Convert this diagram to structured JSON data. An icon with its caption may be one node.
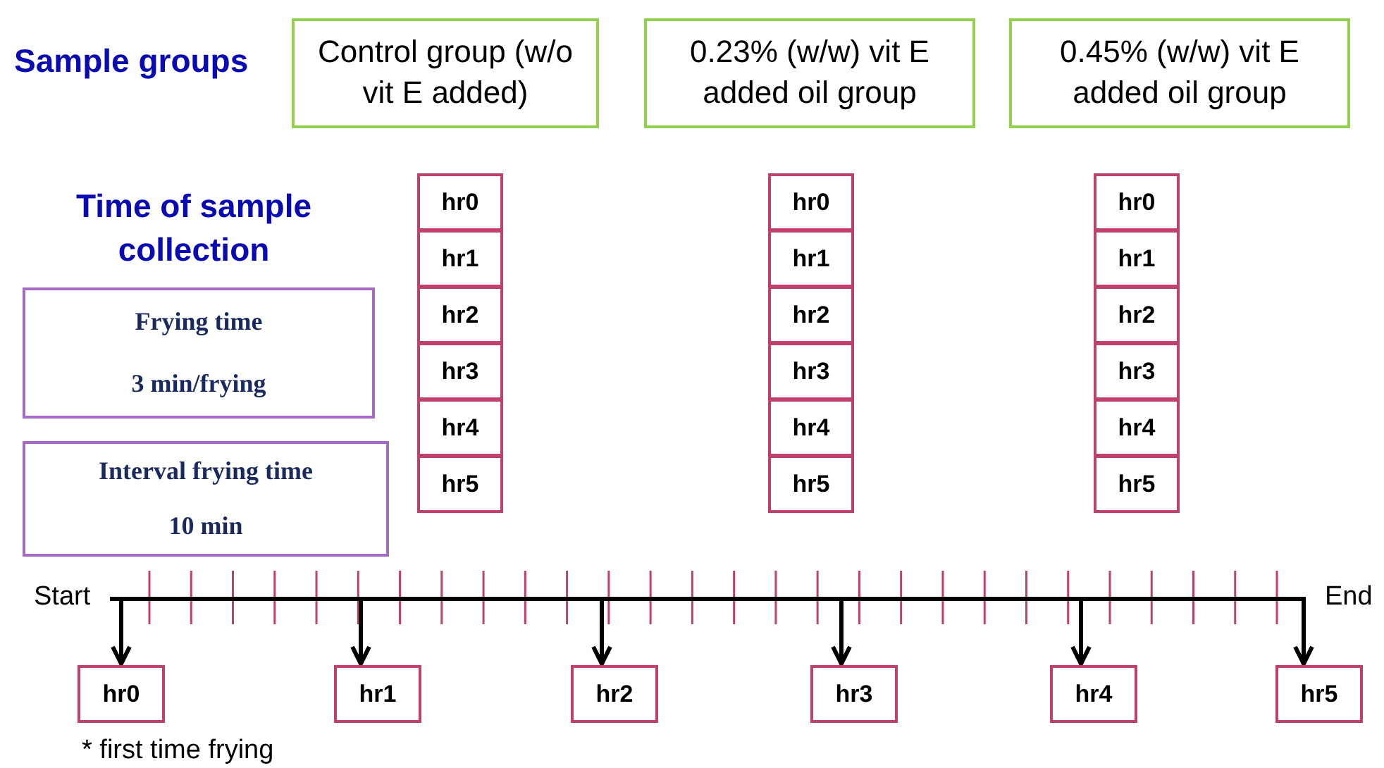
{
  "diagram": {
    "nodes": [
      {
        "text": [
          "Control group (w/o vit E added)"
        ]
      },
      {
        "text": [
          "0.23% (w/w) vit E added oil group"
        ]
      },
      {
        "text": [
          "0.45% (w/w) vit E added oil group"
        ]
      },
      {
        "text": [
          "Frying time",
          "3 min/frying"
        ]
      },
      {
        "text": [
          "Interval frying time",
          "10 min"
        ]
      },
      {
        "text": [
          "hr0"
        ]
      },
      {
        "text": [
          "hr1"
        ]
      },
      {
        "text": [
          "hr2"
        ]
      },
      {
        "text": [
          "hr3"
        ]
      },
      {
        "text": [
          "hr4"
        ]
      },
      {
        "text": [
          "hr5"
        ]
      },
      {
        "text": [
          "hr0"
        ]
      },
      {
        "text": [
          "hr1"
        ]
      },
      {
        "text": [
          "hr2"
        ]
      },
      {
        "text": [
          "hr3"
        ]
      },
      {
        "text": [
          "hr4"
        ]
      },
      {
        "text": [
          "hr5"
        ]
      },
      {
        "text": [
          "hr0"
        ]
      },
      {
        "text": [
          "hr1"
        ]
      },
      {
        "text": [
          "hr2"
        ]
      },
      {
        "text": [
          "hr3"
        ]
      },
      {
        "text": [
          "hr4"
        ]
      },
      {
        "text": [
          "hr5"
        ]
      },
      {
        "text": [
          "hr0"
        ]
      },
      {
        "text": [
          "hr1"
        ]
      },
      {
        "text": [
          "hr2"
        ]
      },
      {
        "text": [
          "hr3"
        ]
      },
      {
        "text": [
          "hr4"
        ]
      },
      {
        "text": [
          "hr5"
        ]
      }
    ],
    "edges": [
      {
        "from": null,
        "to": 23,
        "arrow": "to"
      },
      {
        "from": null,
        "to": 24,
        "arrow": "to"
      },
      {
        "from": null,
        "to": 25,
        "arrow": "to"
      },
      {
        "from": null,
        "to": 26,
        "arrow": "to"
      },
      {
        "from": null,
        "to": 27,
        "arrow": "to"
      },
      {
        "from": null,
        "to": 28,
        "arrow": "to"
      }
    ],
    "labels": [
      "Sample groups",
      "Time of sample collection",
      "Start",
      "End",
      "* first time frying"
    ]
  }
}
